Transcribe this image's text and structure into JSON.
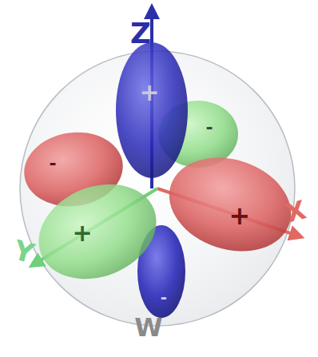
{
  "diagram": {
    "labels": [
      "Z",
      "+",
      "-",
      "-",
      "+",
      "X",
      "+",
      "Y",
      "-",
      "W"
    ]
  }
}
